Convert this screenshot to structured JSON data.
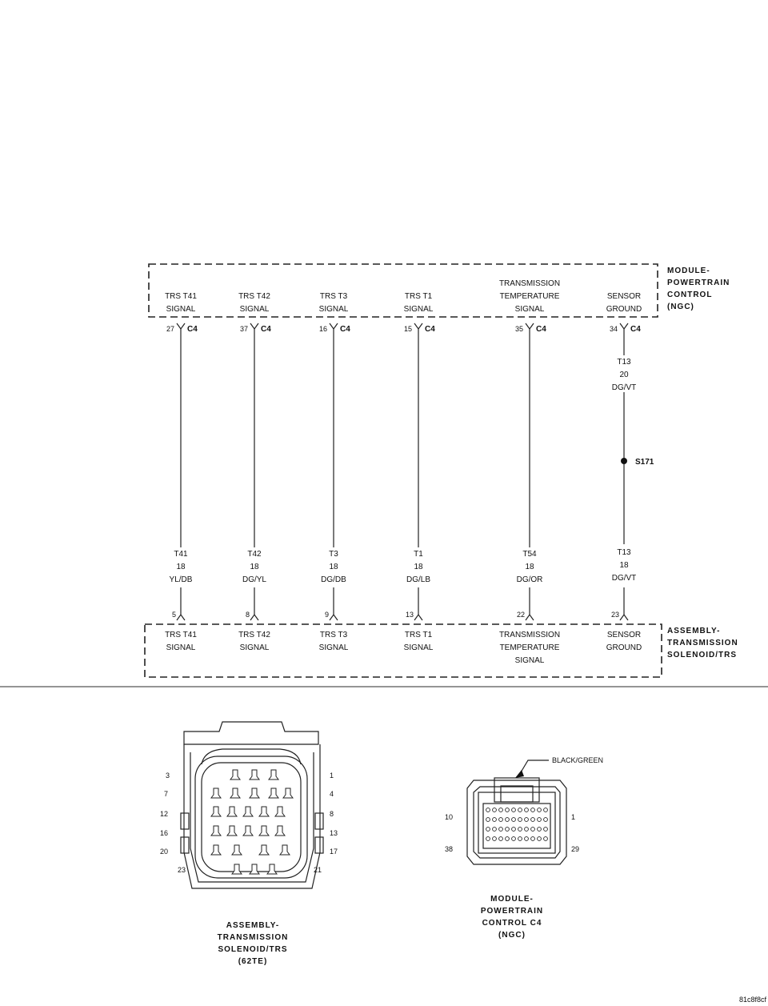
{
  "top_component": {
    "title_lines": [
      "MODULE-",
      "POWERTRAIN",
      "CONTROL",
      "(NGC)"
    ],
    "functions": [
      {
        "lines": [
          "TRS T41",
          "SIGNAL"
        ]
      },
      {
        "lines": [
          "TRS T42",
          "SIGNAL"
        ]
      },
      {
        "lines": [
          "TRS T3",
          "SIGNAL"
        ]
      },
      {
        "lines": [
          "TRS T1",
          "SIGNAL"
        ]
      },
      {
        "lines": [
          "TRANSMISSION",
          "TEMPERATURE",
          "SIGNAL"
        ]
      },
      {
        "lines": [
          "SENSOR",
          "GROUND"
        ]
      }
    ]
  },
  "bottom_component": {
    "title_lines": [
      "ASSEMBLY-",
      "TRANSMISSION",
      "SOLENOID/TRS"
    ],
    "functions": [
      {
        "lines": [
          "TRS T41",
          "SIGNAL"
        ]
      },
      {
        "lines": [
          "TRS T42",
          "SIGNAL"
        ]
      },
      {
        "lines": [
          "TRS T3",
          "SIGNAL"
        ]
      },
      {
        "lines": [
          "TRS T1",
          "SIGNAL"
        ]
      },
      {
        "lines": [
          "TRANSMISSION",
          "TEMPERATURE",
          "SIGNAL"
        ]
      },
      {
        "lines": [
          "SENSOR",
          "GROUND"
        ]
      }
    ]
  },
  "circuits": [
    {
      "top_pin": "27",
      "connector": "C4",
      "bottom_pin": "5",
      "lower_label": [
        "T41",
        "18",
        "YL/DB"
      ]
    },
    {
      "top_pin": "37",
      "connector": "C4",
      "bottom_pin": "8",
      "lower_label": [
        "T42",
        "18",
        "DG/YL"
      ]
    },
    {
      "top_pin": "16",
      "connector": "C4",
      "bottom_pin": "9",
      "lower_label": [
        "T3",
        "18",
        "DG/DB"
      ]
    },
    {
      "top_pin": "15",
      "connector": "C4",
      "bottom_pin": "13",
      "lower_label": [
        "T1",
        "18",
        "DG/LB"
      ]
    },
    {
      "top_pin": "35",
      "connector": "C4",
      "bottom_pin": "22",
      "lower_label": [
        "T54",
        "18",
        "DG/OR"
      ]
    },
    {
      "top_pin": "34",
      "connector": "C4",
      "bottom_pin": "23",
      "upper_label": [
        "T13",
        "20",
        "DG/VT"
      ],
      "lower_label": [
        "T13",
        "18",
        "DG/VT"
      ]
    }
  ],
  "splice": {
    "label": "S171"
  },
  "left_connector": {
    "title_lines": [
      "ASSEMBLY-",
      "TRANSMISSION",
      "SOLENOID/TRS",
      "(62TE)"
    ],
    "left_pin_labels": [
      "3",
      "7",
      "12",
      "16",
      "20",
      "23"
    ],
    "right_pin_labels": [
      "1",
      "4",
      "8",
      "13",
      "17",
      "21"
    ]
  },
  "right_connector": {
    "title_lines": [
      "MODULE-",
      "POWERTRAIN",
      "CONTROL C4",
      "(NGC)"
    ],
    "color_callout": "BLACK/GREEN",
    "pin_labels": {
      "top_left": "10",
      "top_right": "1",
      "bottom_left": "38",
      "bottom_right": "29"
    }
  },
  "figure_code": "81c8f8cf"
}
